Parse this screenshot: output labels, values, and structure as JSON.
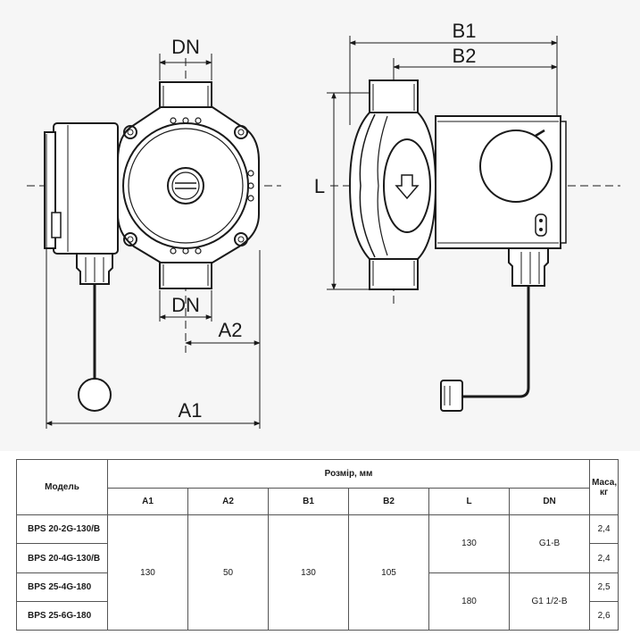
{
  "diagram": {
    "labels": {
      "dn_top": "DN",
      "dn_bottom": "DN",
      "a1": "A1",
      "a2": "A2",
      "b1": "B1",
      "b2": "B2",
      "l": "L"
    }
  },
  "table": {
    "model_header": "Модель",
    "size_header": "Розмір, мм",
    "mass_header": "Маса, кг",
    "columns": [
      "A1",
      "A2",
      "B1",
      "B2",
      "L",
      "DN"
    ],
    "rows": [
      {
        "model": "BPS 20-2G-130/B",
        "mass": "2,4"
      },
      {
        "model": "BPS 20-4G-130/B",
        "mass": "2,4"
      },
      {
        "model": "BPS 25-4G-180",
        "mass": "2,5"
      },
      {
        "model": "BPS 25-6G-180",
        "mass": "2,6"
      }
    ],
    "shared": {
      "a1": "130",
      "a2": "50",
      "b1": "130",
      "b2": "105",
      "l_group1": "130",
      "dn_group1": "G1-B",
      "l_group2": "180",
      "dn_group2": "G1 1/2-B"
    }
  }
}
